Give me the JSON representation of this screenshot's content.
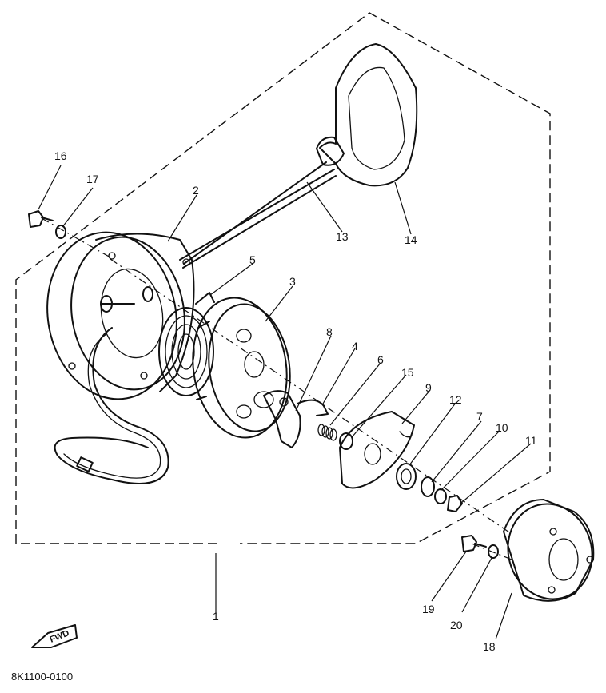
{
  "diagram": {
    "drawing_code": "8K1100-0100",
    "fwd_label": "FWD",
    "callouts": {
      "c1": "1",
      "c2": "2",
      "c3": "3",
      "c4": "4",
      "c5": "5",
      "c6": "6",
      "c7": "7",
      "c8": "8",
      "c9": "9",
      "c10": "10",
      "c11": "11",
      "c12": "12",
      "c13": "13",
      "c14": "14",
      "c15": "15",
      "c16": "16",
      "c17": "17",
      "c18": "18",
      "c19": "19",
      "c20": "20"
    }
  }
}
